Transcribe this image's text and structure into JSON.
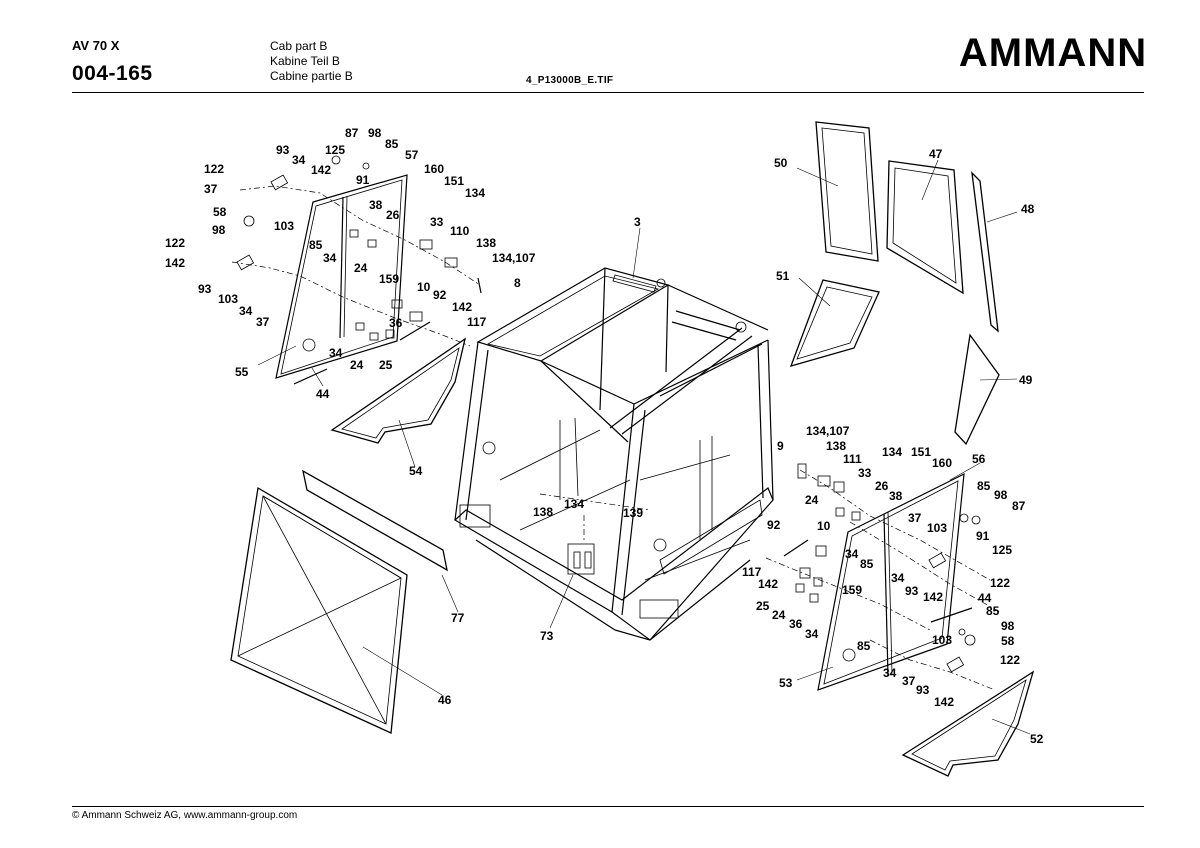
{
  "header": {
    "model": "AV 70 X",
    "code": "004-165",
    "title_en": "Cab part B",
    "title_de": "Kabine Teil B",
    "title_fr": "Cabine partie B",
    "file_name": "4_P13000B_E.TIF",
    "brand": "AMMANN"
  },
  "footer": {
    "copyright": "© Ammann Schweiz AG, www.ammann-group.com"
  },
  "callouts": [
    "87",
    "98",
    "85",
    "93",
    "34",
    "125",
    "91",
    "57",
    "122",
    "142",
    "37",
    "160",
    "151",
    "134",
    "58",
    "98",
    "103",
    "38",
    "26",
    "33",
    "110",
    "138",
    "134,107",
    "8",
    "122",
    "142",
    "85",
    "34",
    "24",
    "159",
    "93",
    "103",
    "34",
    "37",
    "10",
    "92",
    "142",
    "117",
    "36",
    "55",
    "34",
    "24",
    "25",
    "44",
    "3",
    "50",
    "47",
    "48",
    "51",
    "49",
    "54",
    "9",
    "134,107",
    "138",
    "111",
    "33",
    "134",
    "151",
    "160",
    "56",
    "24",
    "26",
    "38",
    "85",
    "98",
    "87",
    "37",
    "103",
    "91",
    "125",
    "10",
    "92",
    "34",
    "85",
    "34",
    "142",
    "122",
    "93",
    "117",
    "142",
    "25",
    "24",
    "36",
    "34",
    "159",
    "44",
    "85",
    "98",
    "58",
    "103",
    "85",
    "122",
    "34",
    "37",
    "93",
    "142",
    "53",
    "52",
    "77",
    "46",
    "134",
    "138",
    "139",
    "73"
  ]
}
